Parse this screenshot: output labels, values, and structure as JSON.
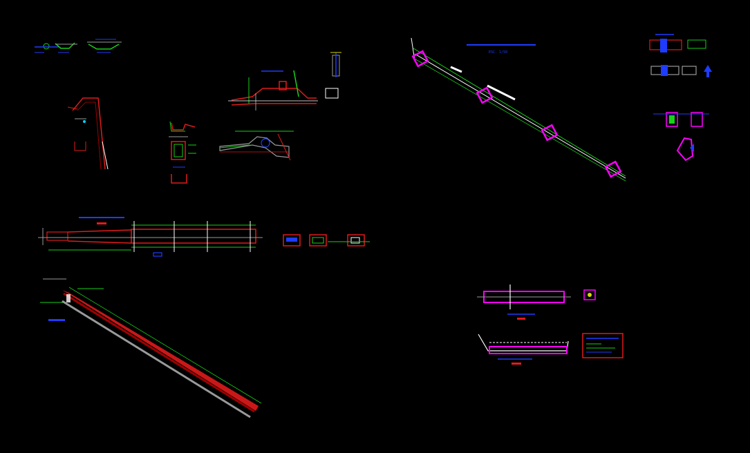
{
  "canvas": {
    "background": "#000000"
  },
  "colors": {
    "red": "#e01b1b",
    "dark_red": "#a00000",
    "green": "#19d119",
    "bright_green": "#3cff3c",
    "magenta": "#ff00ff",
    "blue": "#1e3cff",
    "white": "#ffffff",
    "gray": "#9a9a9a",
    "yellow": "#d8d800",
    "cyan": "#00d8ff"
  },
  "labels": {
    "profile_scale": "ESC. 1/50"
  },
  "icons": [
    "drawing-sheet",
    "magenta-block-marker",
    "legend-box"
  ]
}
